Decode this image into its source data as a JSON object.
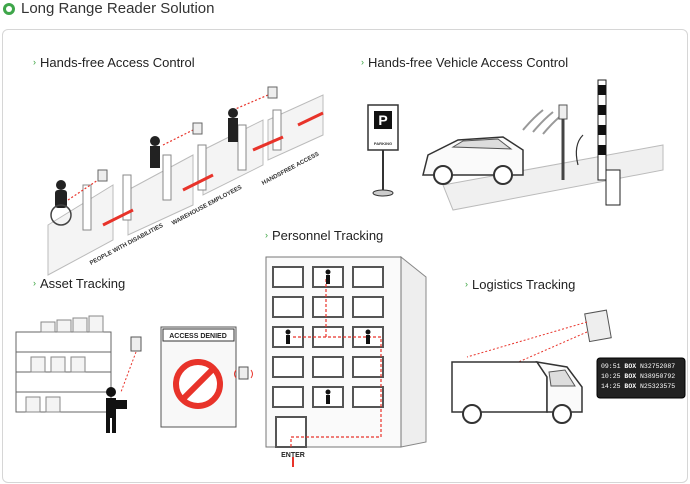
{
  "page_title": "Long Range Reader Solution",
  "sections": {
    "hands_free_access": {
      "label": "Hands-free Access Control",
      "lane_labels": [
        "PEOPLE WITH DISABILITIES",
        "WAREHOUSE EMPLOYEES",
        "HANDSFREE ACCESS"
      ]
    },
    "vehicle_access": {
      "label": "Hands-free  Vehicle Access Control",
      "sign_letter": "P",
      "sign_text": "PARKING"
    },
    "personnel_tracking": {
      "label": "Personnel Tracking",
      "enter_text": "ENTER"
    },
    "asset_tracking": {
      "label": "Asset Tracking",
      "door_text": "ACCESS DENIED"
    },
    "logistics_tracking": {
      "label": "Logistics Tracking",
      "display_rows": [
        {
          "time": "09:51",
          "box": "BOX",
          "code": "N32752087"
        },
        {
          "time": "10:25",
          "box": "BOX",
          "code": "N38950792"
        },
        {
          "time": "14:25",
          "box": "BOX",
          "code": "N25323575"
        }
      ]
    }
  },
  "colors": {
    "accent_green": "#39a33f",
    "signal_red": "#e8332a"
  }
}
